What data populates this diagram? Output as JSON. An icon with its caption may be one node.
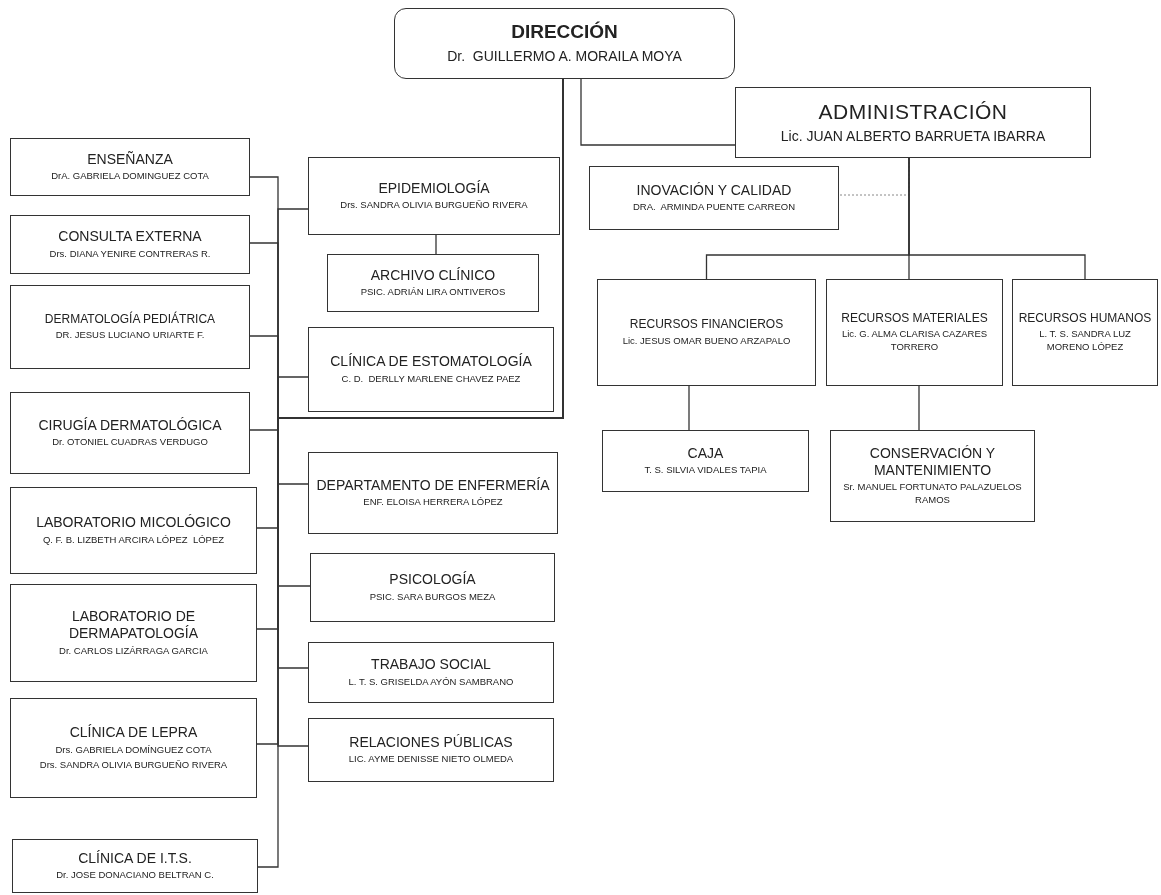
{
  "diagram": {
    "nodes": [
      {
        "text": [
          "DIRECCIÓN",
          "Dr.  GUILLERMO A. MORAILA MOYA"
        ]
      },
      {
        "text": [
          "ADMINISTRACIÓN",
          "Lic. JUAN ALBERTO BARRUETA IBARRA"
        ]
      },
      {
        "text": [
          "ENSEÑANZA",
          "DrA. GABRIELA DOMINGUEZ COTA"
        ]
      },
      {
        "text": [
          "CONSULTA EXTERNA",
          "Drs. DIANA YENIRE CONTRERAS R."
        ]
      },
      {
        "text": [
          "DERMATOLOGÍA PEDIÁTRICA",
          "DR. JESUS LUCIANO URIARTE F."
        ]
      },
      {
        "text": [
          "CIRUGÍA DERMATOLÓGICA",
          "Dr. OTONIEL CUADRAS VERDUGO"
        ]
      },
      {
        "text": [
          "LABORATORIO MICOLÓGICO",
          "Q. F. B. LIZBETH ARCIRA LÓPEZ  LÓPEZ"
        ]
      },
      {
        "text": [
          "LABORATORIO DE DERMAPATOLOGÍA",
          "Dr. CARLOS LIZÁRRAGA GARCIA"
        ]
      },
      {
        "text": [
          "CLÍNICA DE LEPRA",
          "Drs. GABRIELA DOMÍNGUEZ COTA",
          "Drs. SANDRA OLIVIA BURGUEÑO RIVERA"
        ]
      },
      {
        "text": [
          "CLÍNICA DE I.T.S.",
          "Dr. JOSE DONACIANO BELTRAN C."
        ]
      },
      {
        "text": [
          "EPIDEMIOLOGÍA",
          "Drs. SANDRA OLIVIA BURGUEÑO RIVERA"
        ]
      },
      {
        "text": [
          "ARCHIVO CLÍNICO",
          "PSIC. ADRIÁN LIRA ONTIVEROS"
        ]
      },
      {
        "text": [
          "CLÍNICA DE ESTOMATOLOGÍA",
          "C. D.  DERLLY MARLENE CHAVEZ PAEZ"
        ]
      },
      {
        "text": [
          "DEPARTAMENTO DE ENFERMERÍA",
          "ENF. ELOISA HERRERA LÓPEZ"
        ]
      },
      {
        "text": [
          "PSICOLOGÍA",
          "PSIC. SARA BURGOS MEZA"
        ]
      },
      {
        "text": [
          "TRABAJO SOCIAL",
          "L. T. S. GRISELDA AYÓN SAMBRANO"
        ]
      },
      {
        "text": [
          "RELACIONES PÚBLICAS",
          "LIC. AYME DENISSE NIETO OLMEDA"
        ]
      },
      {
        "text": [
          "INOVACIÓN Y CALIDAD",
          "DRA.  ARMINDA PUENTE CARREON"
        ]
      },
      {
        "text": [
          "RECURSOS FINANCIEROS",
          "Lic. JESUS OMAR BUENO ARZAPALO"
        ]
      },
      {
        "text": [
          "RECURSOS MATERIALES",
          "Lic. G. ALMA CLARISA CAZARES TORRERO"
        ]
      },
      {
        "text": [
          "RECURSOS HUMANOS",
          "L. T. S. SANDRA LUZ MORENO LÓPEZ"
        ]
      },
      {
        "text": [
          "CAJA",
          "T. S. SILVIA VIDALES TAPIA"
        ]
      },
      {
        "text": [
          "CONSERVACIÓN Y MANTENIMIENTO",
          "Sr. MANUEL FORTUNATO PALAZUELOS RAMOS"
        ]
      }
    ],
    "edges": [
      {
        "from": 0,
        "to": 1,
        "arrow": "none"
      },
      {
        "from": 0,
        "to": 2,
        "arrow": "none"
      },
      {
        "from": 0,
        "to": 3,
        "arrow": "none"
      },
      {
        "from": 0,
        "to": 4,
        "arrow": "none"
      },
      {
        "from": 0,
        "to": 5,
        "arrow": "none"
      },
      {
        "from": 0,
        "to": 6,
        "arrow": "none"
      },
      {
        "from": 0,
        "to": 7,
        "arrow": "none"
      },
      {
        "from": 0,
        "to": 8,
        "arrow": "none"
      },
      {
        "from": 0,
        "to": 9,
        "arrow": "none"
      },
      {
        "from": 0,
        "to": 10,
        "arrow": "none"
      },
      {
        "from": 10,
        "to": 11,
        "arrow": "none"
      },
      {
        "from": 0,
        "to": 12,
        "arrow": "none"
      },
      {
        "from": 0,
        "to": 13,
        "arrow": "none"
      },
      {
        "from": 0,
        "to": 14,
        "arrow": "none"
      },
      {
        "from": 0,
        "to": 15,
        "arrow": "none"
      },
      {
        "from": 0,
        "to": 16,
        "arrow": "none"
      },
      {
        "from": 1,
        "to": 17,
        "arrow": "none",
        "style": "dashed"
      },
      {
        "from": 1,
        "to": 18,
        "arrow": "none"
      },
      {
        "from": 1,
        "to": 19,
        "arrow": "none"
      },
      {
        "from": 1,
        "to": 20,
        "arrow": "none"
      },
      {
        "from": 18,
        "to": 21,
        "arrow": "none"
      },
      {
        "from": 19,
        "to": 22,
        "arrow": "none"
      }
    ]
  }
}
